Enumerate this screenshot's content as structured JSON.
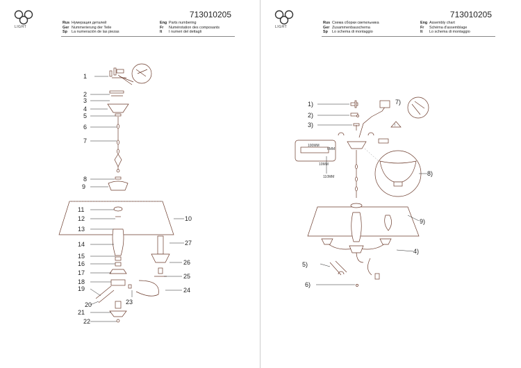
{
  "brand": {
    "logo_text": "LIGHT"
  },
  "pages": [
    {
      "doc_number": "713010205",
      "header": [
        {
          "code": "Rus",
          "text": "Нумерация деталей"
        },
        {
          "code": "Eng",
          "text": "Parts numbering"
        },
        {
          "code": "Ger",
          "text": "Nummerierung der Teile"
        },
        {
          "code": "Fr",
          "text": "Numérotation des composants"
        },
        {
          "code": "Sp",
          "text": "La numeración de las piezas"
        },
        {
          "code": "It",
          "text": "I numeri del dettagli"
        }
      ],
      "part_labels": [
        "1",
        "2",
        "3",
        "4",
        "5",
        "6",
        "7",
        "8",
        "9",
        "10",
        "11",
        "12",
        "13",
        "14",
        "15",
        "16",
        "17",
        "18",
        "19",
        "20",
        "21",
        "22",
        "23",
        "24",
        "25",
        "26",
        "27"
      ]
    },
    {
      "doc_number": "713010205",
      "header": [
        {
          "code": "Rus",
          "text": "Схема сборки светильника"
        },
        {
          "code": "Eng",
          "text": "Assembly chart"
        },
        {
          "code": "Ger",
          "text": "Zusammenbauschema"
        },
        {
          "code": "Fr",
          "text": "Schéma d'assemblage"
        },
        {
          "code": "Sp",
          "text": "Lo schema di montaggio"
        },
        {
          "code": "It",
          "text": "Lo schema di montaggio"
        }
      ],
      "step_labels": [
        "1)",
        "2)",
        "3)",
        "4)",
        "5)",
        "6)",
        "7)",
        "8)",
        "9)"
      ],
      "dimensions": [
        "100MM",
        "6MM",
        "10MM",
        "110MM"
      ]
    }
  ]
}
